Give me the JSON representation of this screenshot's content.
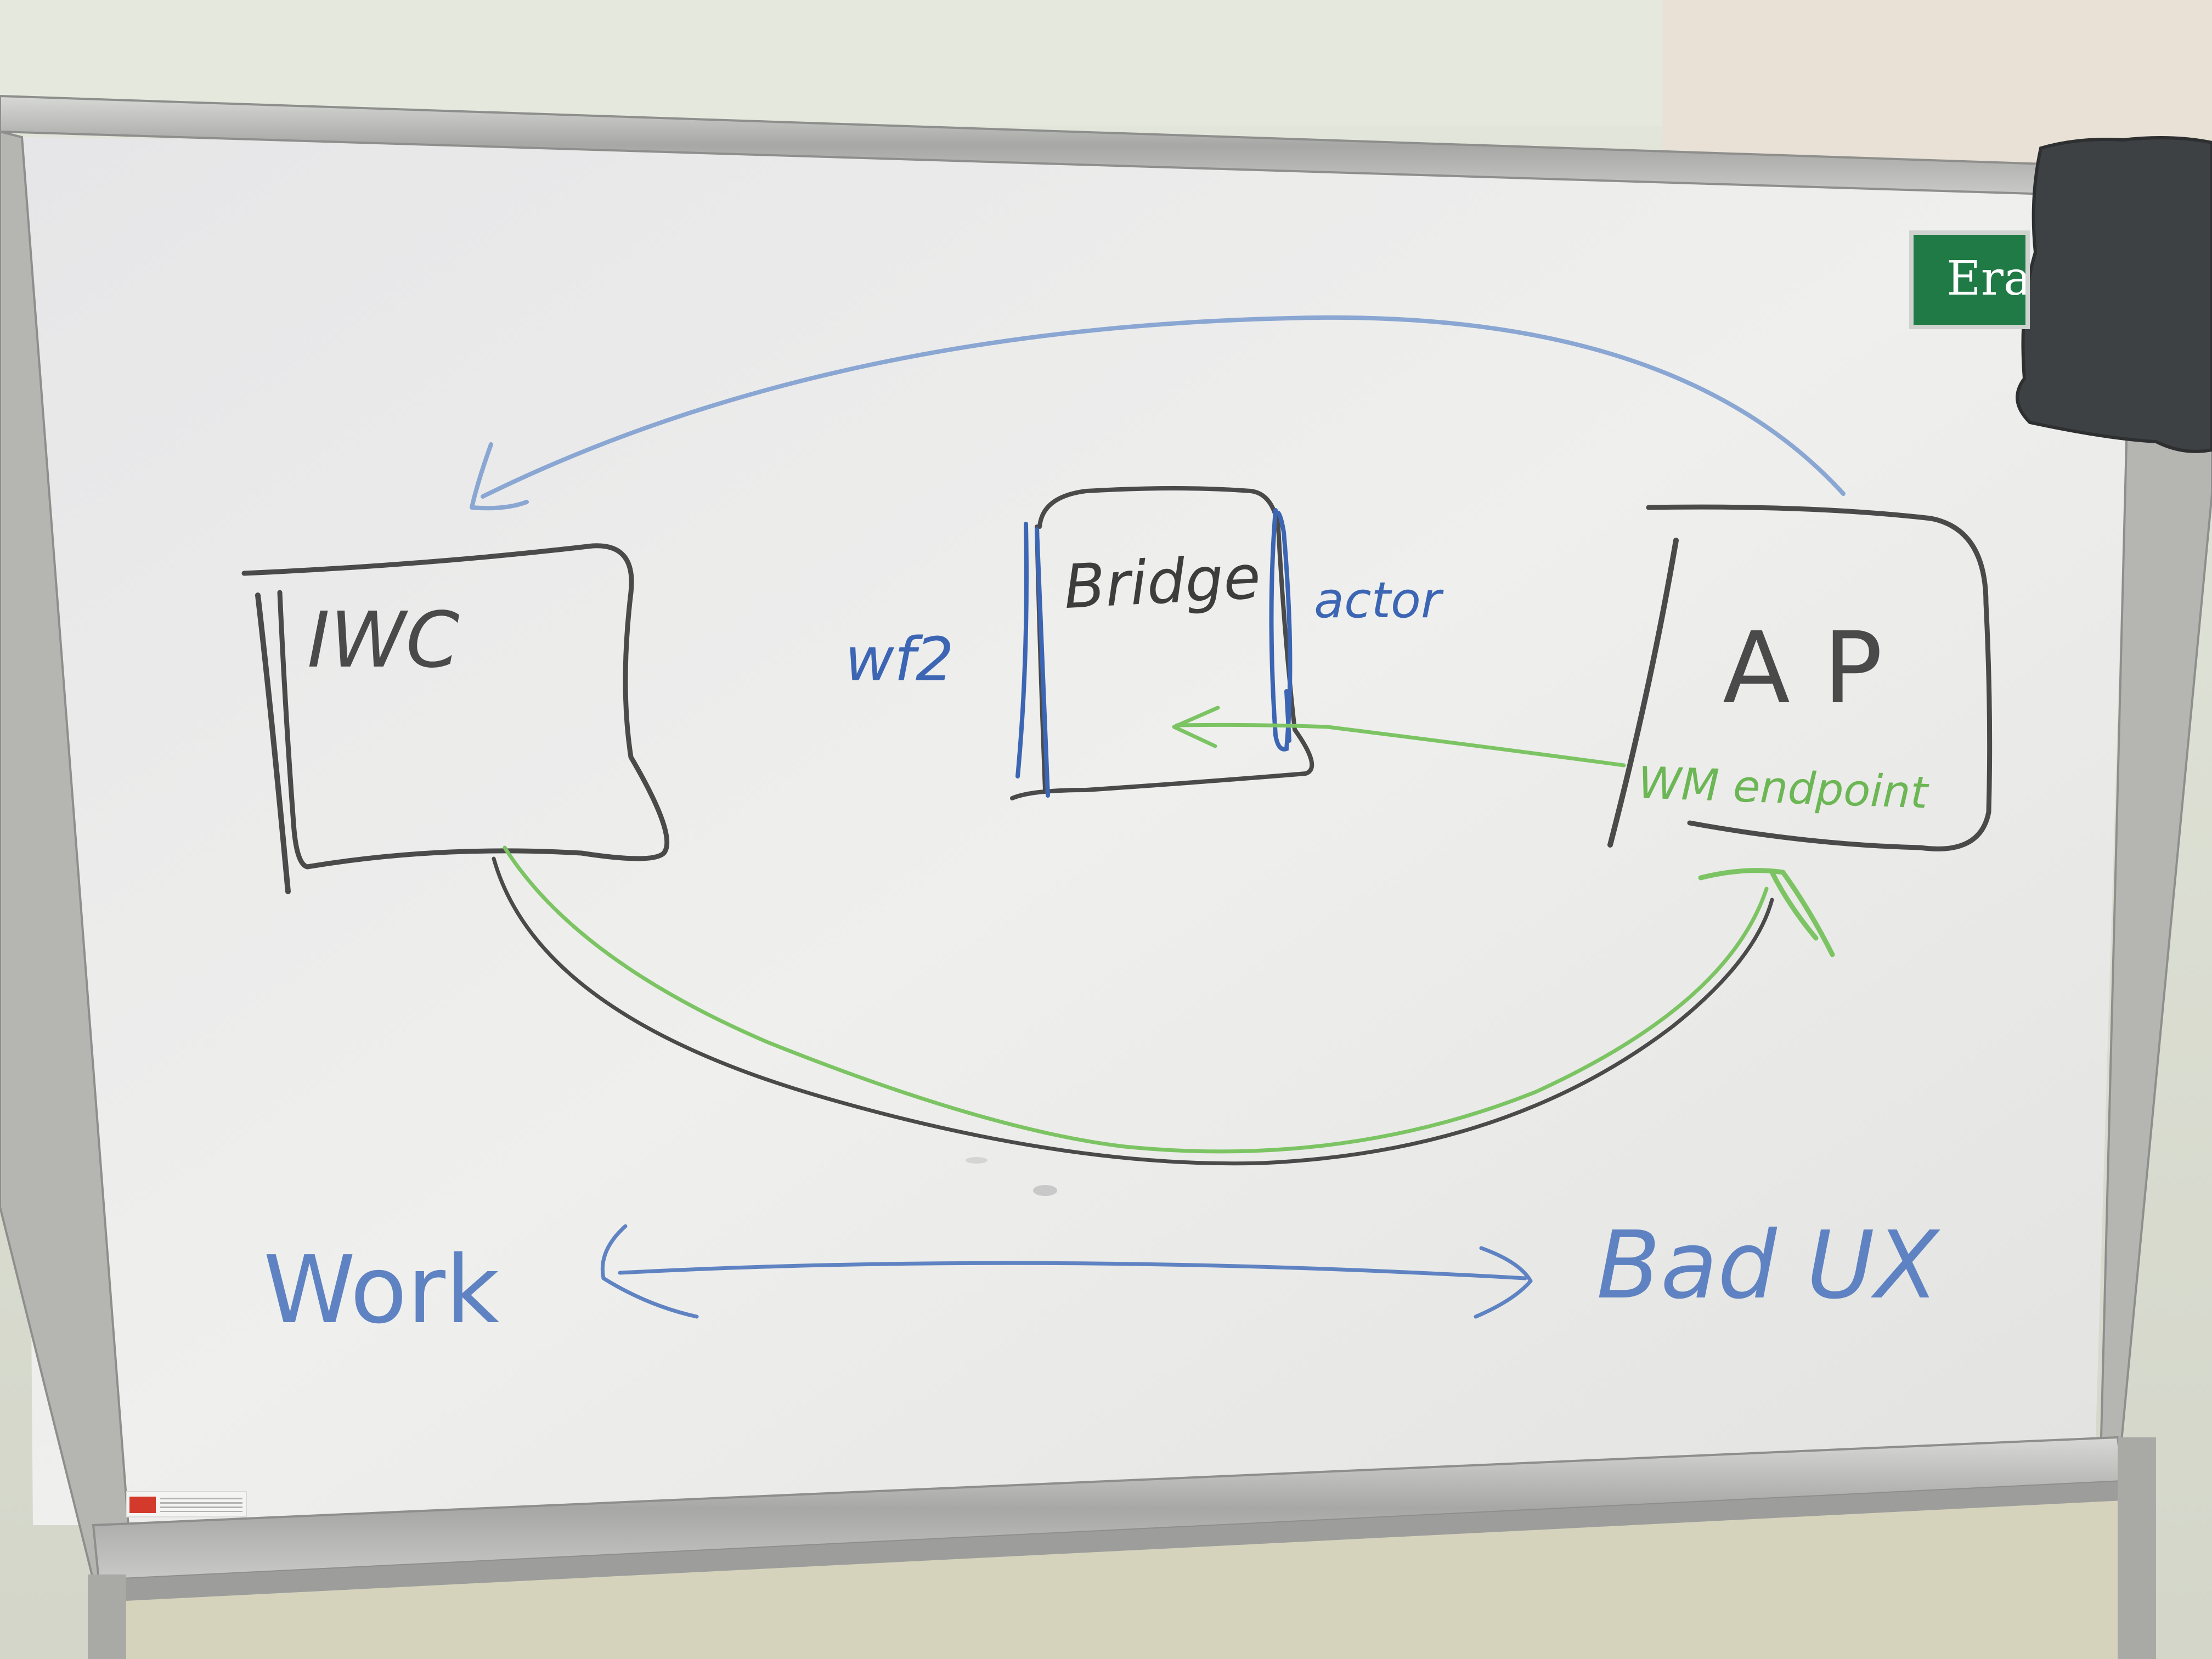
{
  "whiteboard": {
    "boxes": [
      {
        "label": "IWC"
      },
      {
        "label": "Bridge"
      },
      {
        "label": "AP"
      }
    ],
    "annotations": {
      "left_of_bridge": "wf2",
      "right_of_bridge": "actor",
      "inside_ap": "WM endpoint"
    },
    "bottom_row": {
      "left": "Work",
      "right": "Bad UX"
    },
    "eraser_tag": "Era"
  },
  "colors": {
    "black_marker": "#4a4a4a",
    "blue_marker": "#3c66b4",
    "light_blue_marker": "#8aa6d2",
    "green_marker": "#7cc463",
    "eraser_green": "#1f7a45",
    "board_white": "#ecebe8",
    "frame_silver": "#b8b9b6"
  }
}
